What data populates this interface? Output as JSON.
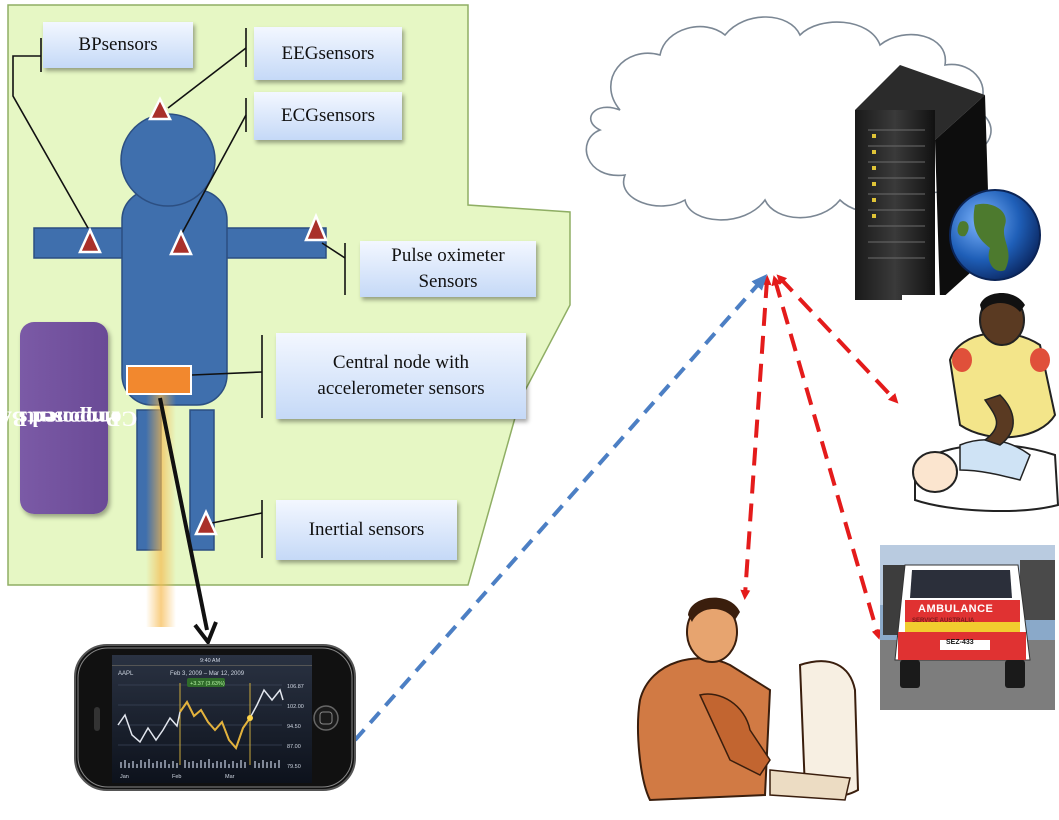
{
  "labels": {
    "bp": "BPsensors",
    "eeg": "EEGsensors",
    "ecg": "ECGsensors",
    "pulse_line1": "Pulse oximeter",
    "pulse_line2": "Sensors",
    "central_line1": "Central node with",
    "central_line2": "accelerometer sensors",
    "inertial": "Inertial sensors",
    "ban_line1": "Proposed BAN",
    "ban_line2": "Components"
  },
  "phone": {
    "ticker": "AAPL",
    "date_range": "Feb 3, 2009 – Mar 12, 2009",
    "clock": "9:40 AM",
    "change": "+3.37 (3.63%)",
    "axis_right": [
      "106.87",
      "102.00",
      "94.50",
      "87.00",
      "79.50"
    ],
    "axis_bottom": [
      "Jan",
      "Feb",
      "Mar"
    ]
  },
  "ambulance": {
    "line1": "AMBULANCE",
    "line2": "SERVICE AUSTRALIA",
    "plate": "SEZ-433"
  },
  "colors": {
    "ban_panel": "#e6f7c4",
    "body": "#3f6fad",
    "sensor": "#a9302a",
    "central_node": "#f2882e",
    "red_arrow": "#e41b1b",
    "blue_arrow": "#4c7fc4",
    "badge": "#6c4b97"
  }
}
